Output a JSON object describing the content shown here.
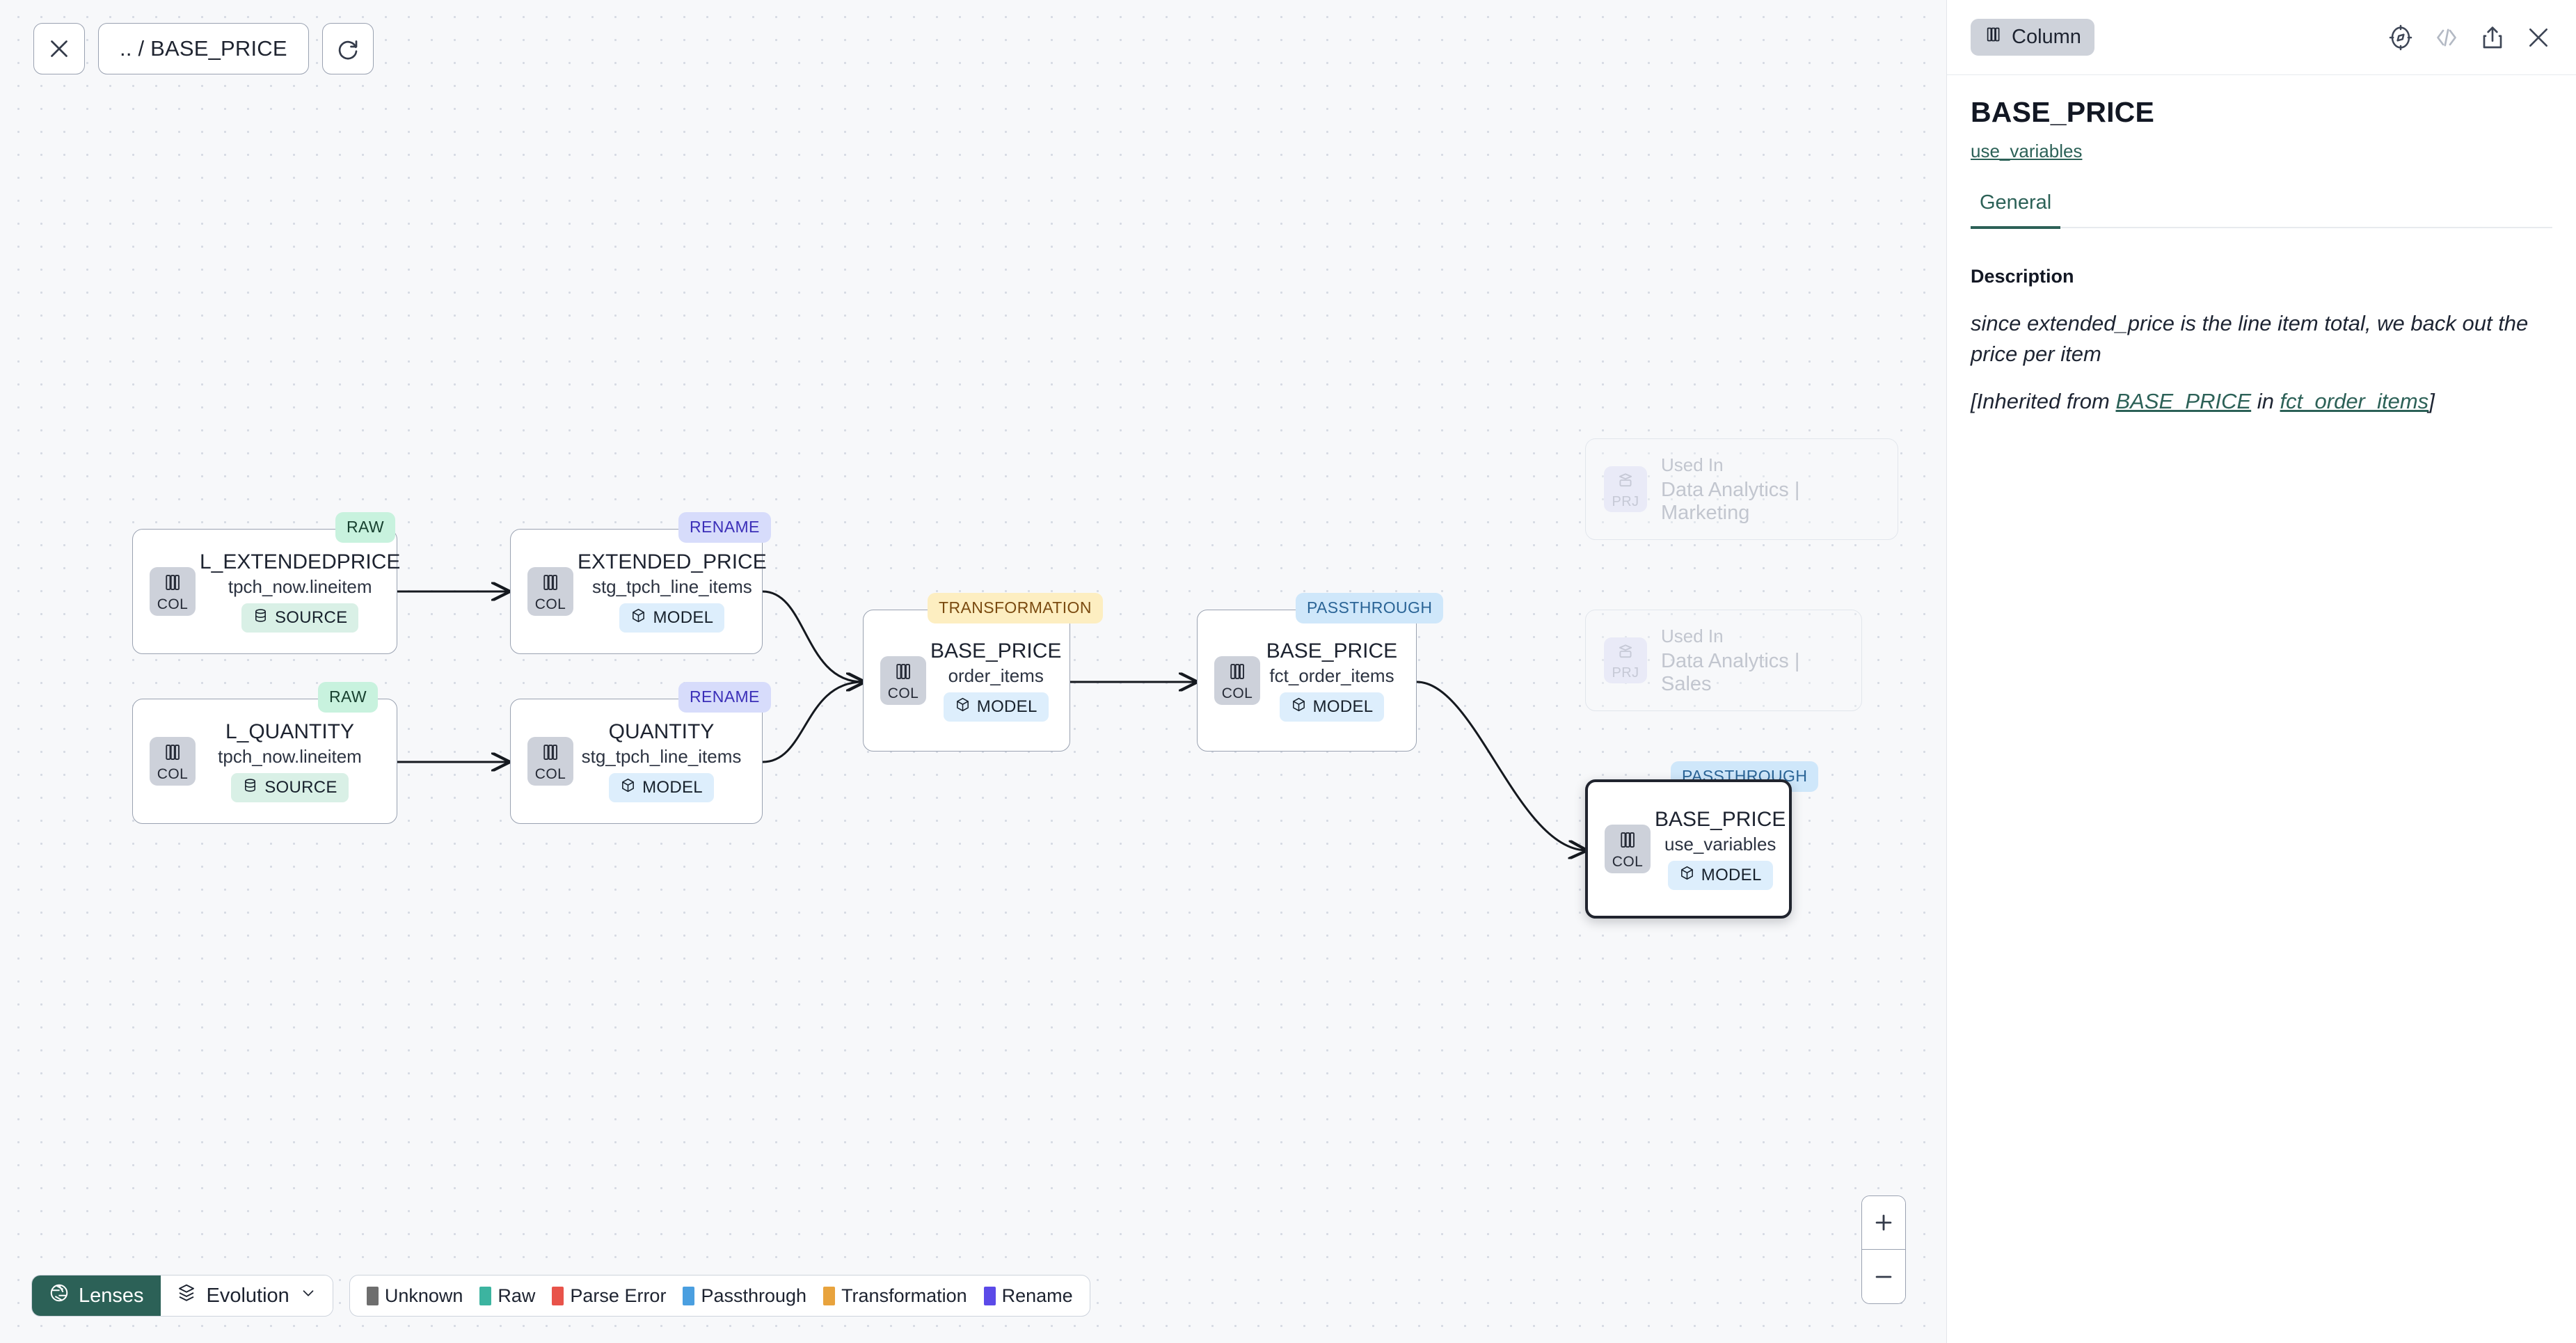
{
  "canvas": {
    "toolbar": {
      "close_label": "",
      "breadcrumb": ".. / BASE_PRICE",
      "refresh_label": ""
    },
    "nodes": [
      {
        "id": "l_extendedprice",
        "pill": "RAW",
        "pill_kind": "raw",
        "chip": "COL",
        "title": "L_EXTENDEDPRICE",
        "subtitle": "tpch_now.lineitem",
        "tag": "SOURCE",
        "tag_kind": "source"
      },
      {
        "id": "l_quantity",
        "pill": "RAW",
        "pill_kind": "raw",
        "chip": "COL",
        "title": "L_QUANTITY",
        "subtitle": "tpch_now.lineitem",
        "tag": "SOURCE",
        "tag_kind": "source"
      },
      {
        "id": "extended_price",
        "pill": "RENAME",
        "pill_kind": "rename",
        "chip": "COL",
        "title": "EXTENDED_PRICE",
        "subtitle": "stg_tpch_line_items",
        "tag": "MODEL",
        "tag_kind": "model"
      },
      {
        "id": "quantity",
        "pill": "RENAME",
        "pill_kind": "rename",
        "chip": "COL",
        "title": "QUANTITY",
        "subtitle": "stg_tpch_line_items",
        "tag": "MODEL",
        "tag_kind": "model"
      },
      {
        "id": "base_price_order_items",
        "pill": "TRANSFORMATION",
        "pill_kind": "transformation",
        "chip": "COL",
        "title": "BASE_PRICE",
        "subtitle": "order_items",
        "tag": "MODEL",
        "tag_kind": "model"
      },
      {
        "id": "base_price_fct",
        "pill": "PASSTHROUGH",
        "pill_kind": "passthrough",
        "chip": "COL",
        "title": "BASE_PRICE",
        "subtitle": "fct_order_items",
        "tag": "MODEL",
        "tag_kind": "model"
      },
      {
        "id": "base_price_use_variables",
        "pill": "PASSTHROUGH",
        "pill_kind": "passthrough",
        "chip": "COL",
        "title": "BASE_PRICE",
        "subtitle": "use_variables",
        "tag": "MODEL",
        "tag_kind": "model",
        "selected": true
      }
    ],
    "ghost_nodes": [
      {
        "id": "used-in-marketing",
        "chip": "PRJ",
        "line1": "Used In",
        "line2": "Data Analytics | Marketing"
      },
      {
        "id": "used-in-sales",
        "chip": "PRJ",
        "line1": "Used In",
        "line2": "Data Analytics | Sales"
      }
    ],
    "zoom": {
      "in_label": "+",
      "out_label": "−"
    },
    "bottom": {
      "lenses_label": "Lenses",
      "evolution_label": "Evolution",
      "legend": [
        {
          "label": "Unknown",
          "color": "#6e6e6e"
        },
        {
          "label": "Raw",
          "color": "#3cb4a0"
        },
        {
          "label": "Parse Error",
          "color": "#e8534a"
        },
        {
          "label": "Passthrough",
          "color": "#4a9fe0"
        },
        {
          "label": "Transformation",
          "color": "#e8a33d"
        },
        {
          "label": "Rename",
          "color": "#5b4ae8"
        }
      ]
    }
  },
  "panel": {
    "kind": "Column",
    "icons": [
      "compass-icon",
      "code-icon",
      "share-icon",
      "close-icon"
    ],
    "object_title": "BASE_PRICE",
    "object_link": "use_variables",
    "tabs": [
      {
        "label": "General",
        "active": true
      }
    ],
    "description_label": "Description",
    "description_text": "since extended_price is the line item total, we back out the price per item",
    "inherited_prefix": "[Inherited from ",
    "inherited_link_1": "BASE_PRICE",
    "inherited_mid": " in ",
    "inherited_link_2": "fct_order_items",
    "inherited_suffix": "]"
  },
  "colors": {
    "accent": "#2c6157",
    "canvas_bg": "#f7f8fa",
    "node_border": "#9aa2b1"
  }
}
